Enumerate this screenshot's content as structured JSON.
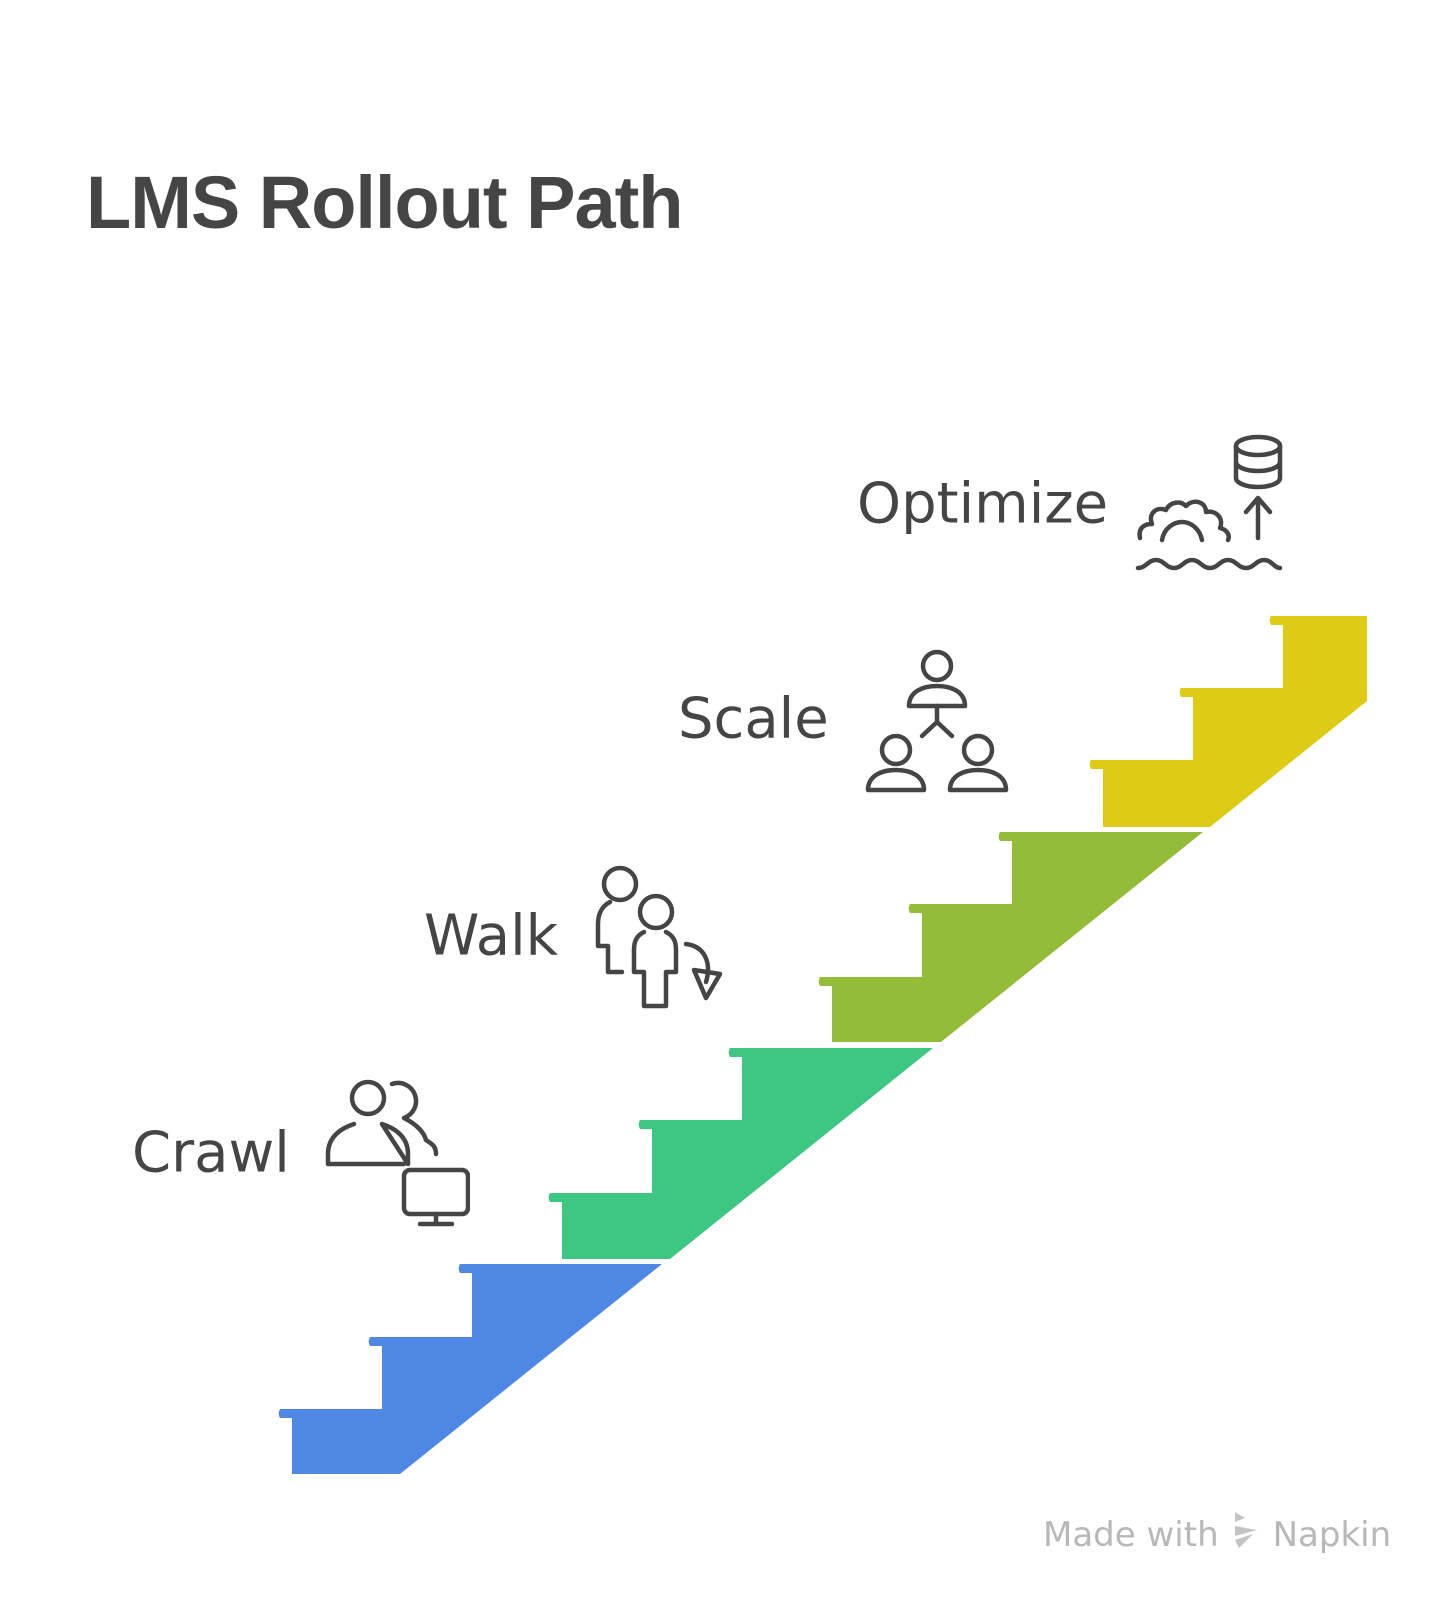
{
  "title": "LMS Rollout Path",
  "steps": [
    {
      "label": "Crawl",
      "icon": "users-computer-icon",
      "color": "#4F88E4"
    },
    {
      "label": "Walk",
      "icon": "people-transition-icon",
      "color": "#3EC683"
    },
    {
      "label": "Scale",
      "icon": "team-hierarchy-icon",
      "color": "#93BD38"
    },
    {
      "label": "Optimize",
      "icon": "gear-database-growth-icon",
      "color": "#DDCB16"
    }
  ],
  "footer": {
    "made_with": "Made with",
    "brand": "Napkin"
  }
}
